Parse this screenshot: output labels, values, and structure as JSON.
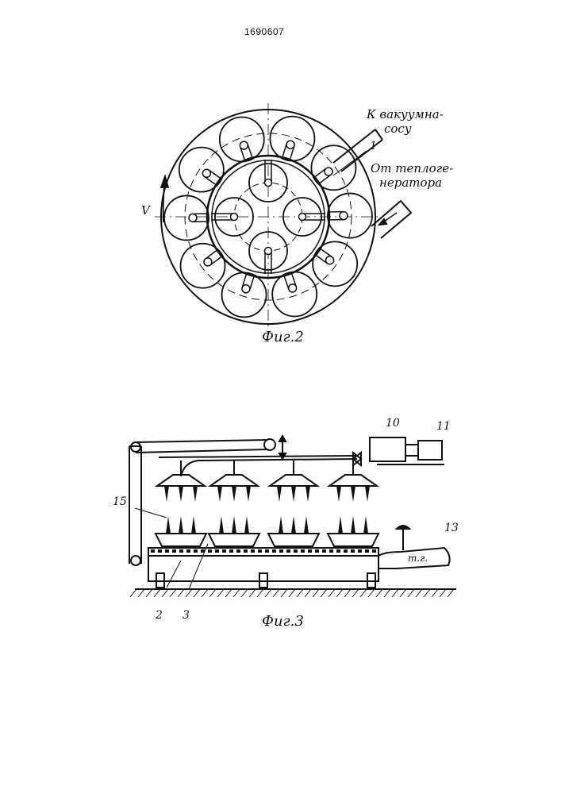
{
  "header": {
    "document_number": "1690607"
  },
  "figure2": {
    "caption": "Фиг.2",
    "label_vacuum_line1": "К вакуумна-",
    "label_vacuum_line2": "сосу",
    "label_heat_line1": "От теплоге-",
    "label_heat_line2": "нератора",
    "part_1": "1",
    "velocity_symbol": "V"
  },
  "figure3": {
    "caption": "Фиг.3",
    "part_10": "10",
    "part_11": "11",
    "part_13": "13",
    "part_15": "15",
    "part_2": "2",
    "part_3": "3",
    "heat_gas_label": "т.г."
  }
}
